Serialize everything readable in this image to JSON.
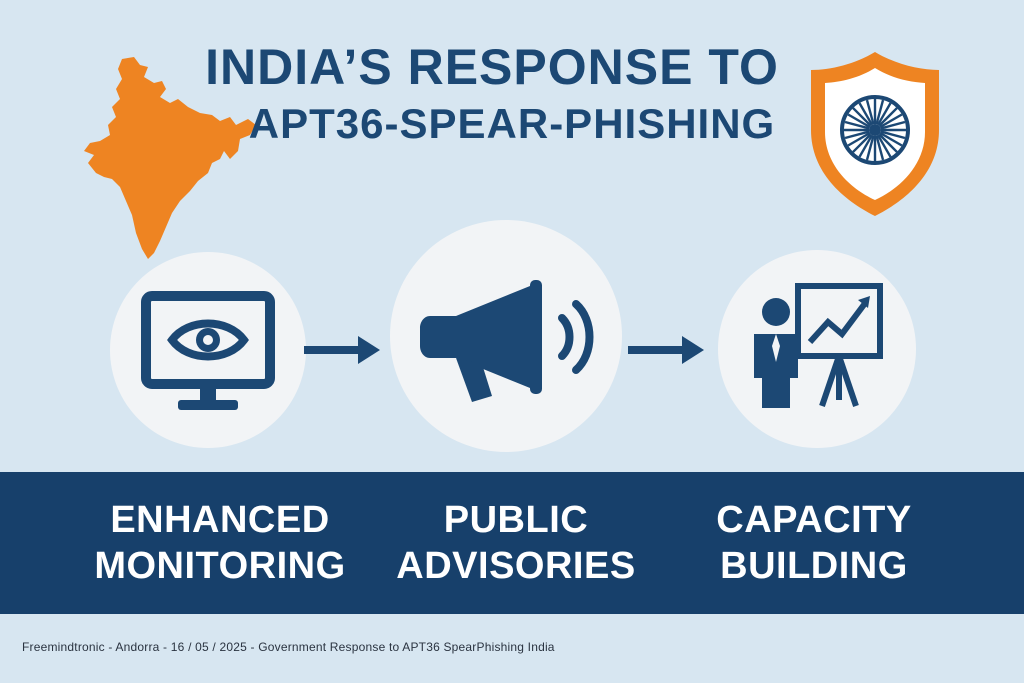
{
  "title": {
    "line1": "INDIA’S RESPONSE TO",
    "line2": "APT36-SPEAR-PHISHING"
  },
  "colors": {
    "background": "#d7e6f1",
    "navy": "#17406b",
    "title": "#1c4874",
    "orange": "#ee8422",
    "circle": "#f2f4f6"
  },
  "icons": {
    "map": "india-map-icon",
    "shield": "shield-ashoka-chakra-icon",
    "step1": "monitor-eye-icon",
    "step2": "megaphone-icon",
    "step3": "presenter-chart-icon",
    "connector": "arrow-right-icon"
  },
  "steps": [
    {
      "label": "ENHANCED\nMONITORING"
    },
    {
      "label": "PUBLIC\nADVISORIES"
    },
    {
      "label": "CAPACITY\nBUILDING"
    }
  ],
  "footer": "Freemindtronic - Andorra - 16 / 05 / 2025 - Government Response to APT36 SpearPhishing India"
}
